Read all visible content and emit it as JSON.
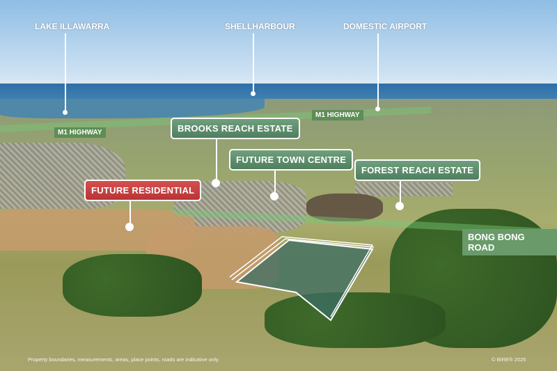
{
  "top_labels": {
    "lake": "LAKE ILLAWARRA",
    "shellharbour": "SHELLHARBOUR",
    "airport": "DOMESTIC AIRPORT"
  },
  "highways": {
    "m1_left": "M1 HIGHWAY",
    "m1_right": "M1 HIGHWAY",
    "bong_bong": "BONG BONG ROAD"
  },
  "callouts": {
    "brooks": "BROOKS REACH ESTATE",
    "town": "FUTURE TOWN CENTRE",
    "forest": "FOREST REACH ESTATE",
    "residential": "FUTURE RESIDENTIAL"
  },
  "footer": {
    "disclaimer": "Property boundaries, measurements, areas, place points, roads are indicative only.",
    "copyright": "© BIRE® 2025"
  },
  "colors": {
    "label_green": "#5f8f6e",
    "label_red": "#c84040"
  }
}
